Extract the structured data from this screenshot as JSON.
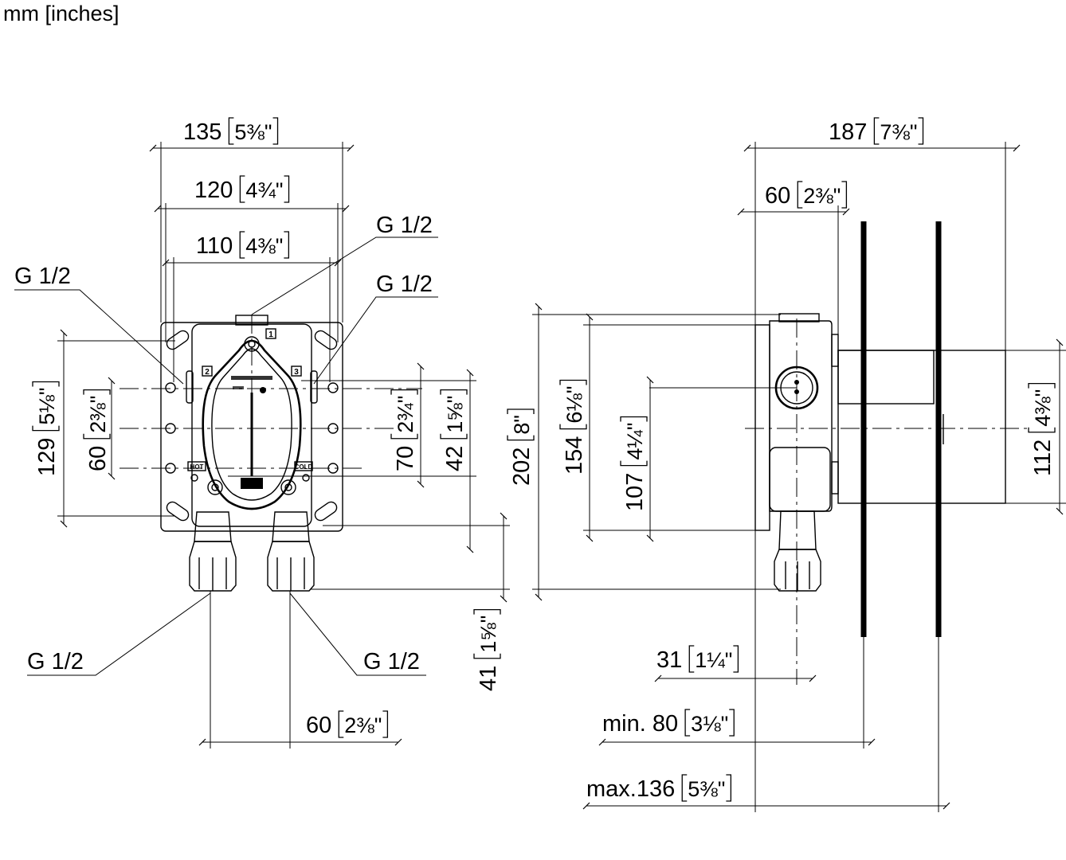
{
  "units_label": "mm [inches]",
  "front": {
    "w135": {
      "mm": "135",
      "inch": "5⅜\""
    },
    "w120": {
      "mm": "120",
      "inch": "4¾\""
    },
    "w110": {
      "mm": "110",
      "inch": "4⅜\""
    },
    "h129": {
      "mm": "129",
      "inch": "5⅛\""
    },
    "h60": {
      "mm": "60",
      "inch": "2⅜\""
    },
    "h70": {
      "mm": "70",
      "inch": "2¾\""
    },
    "h42": {
      "mm": "42",
      "inch": "1⅝\""
    },
    "h41": {
      "mm": "41",
      "inch": "1⅝\""
    },
    "w60": {
      "mm": "60",
      "inch": "2⅜\""
    },
    "thread_top": "G 1/2",
    "thread_left": "G 1/2",
    "thread_right": "G 1/2",
    "thread_bottom_left": "G 1/2",
    "thread_bottom_right": "G 1/2",
    "label_hot": "HOT",
    "label_cold": "COLD",
    "port_1": "1",
    "port_2": "2",
    "port_3": "3"
  },
  "side": {
    "w187": {
      "mm": "187",
      "inch": "7⅜\""
    },
    "w60": {
      "mm": "60",
      "inch": "2⅜\""
    },
    "h202": {
      "mm": "202",
      "inch": "8\""
    },
    "h154": {
      "mm": "154",
      "inch": "6⅛\""
    },
    "h107": {
      "mm": "107",
      "inch": "4¼\""
    },
    "h112": {
      "mm": "112",
      "inch": "4⅜\""
    },
    "d31": {
      "mm": "31",
      "inch": "1¼\""
    },
    "dmin": {
      "mm": "min. 80",
      "inch": "3⅛\""
    },
    "dmax": {
      "mm": "max.136",
      "inch": "5⅜\""
    }
  }
}
